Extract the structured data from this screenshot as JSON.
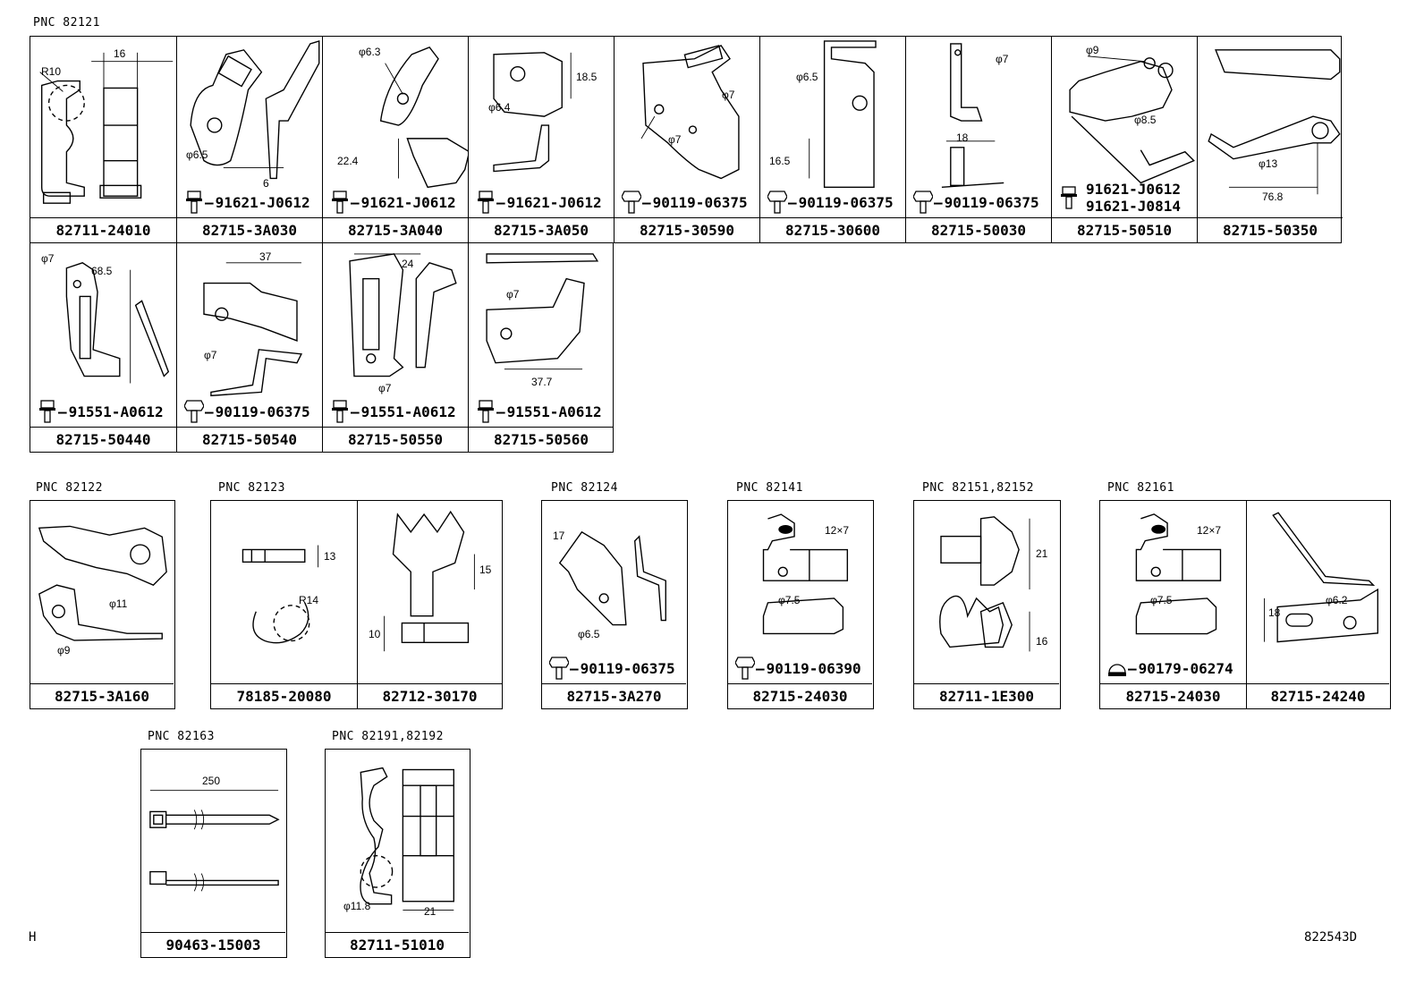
{
  "groups": {
    "g82121": {
      "label": "PNC 82121",
      "row1": [
        {
          "part": "82711-24010",
          "dims": [
            "R10",
            "16"
          ],
          "bolts": []
        },
        {
          "part": "82715-3A030",
          "dims": [
            "φ6.5",
            "6"
          ],
          "bolts": [
            "91621-J0612"
          ]
        },
        {
          "part": "82715-3A040",
          "dims": [
            "φ6.3",
            "22.4"
          ],
          "bolts": [
            "91621-J0612"
          ]
        },
        {
          "part": "82715-3A050",
          "dims": [
            "18.5",
            "φ6.4"
          ],
          "bolts": [
            "91621-J0612"
          ]
        },
        {
          "part": "82715-30590",
          "dims": [
            "φ7",
            "φ7"
          ],
          "bolts": [
            "90119-06375"
          ]
        },
        {
          "part": "82715-30600",
          "dims": [
            "φ6.5",
            "16.5"
          ],
          "bolts": [
            "90119-06375"
          ]
        },
        {
          "part": "82715-50030",
          "dims": [
            "φ7",
            "18"
          ],
          "bolts": [
            "90119-06375"
          ]
        },
        {
          "part": "82715-50510",
          "dims": [
            "φ9",
            "φ8.5"
          ],
          "bolts": [
            "91621-J0612",
            "91621-J0814"
          ]
        },
        {
          "part": "82715-50350",
          "dims": [
            "φ13",
            "76.8"
          ],
          "bolts": []
        }
      ],
      "row2": [
        {
          "part": "82715-50440",
          "dims": [
            "φ7",
            "68.5"
          ],
          "bolts": [
            "91551-A0612"
          ]
        },
        {
          "part": "82715-50540",
          "dims": [
            "37",
            "φ7"
          ],
          "bolts": [
            "90119-06375"
          ]
        },
        {
          "part": "82715-50550",
          "dims": [
            "24",
            "φ7"
          ],
          "bolts": [
            "91551-A0612"
          ]
        },
        {
          "part": "82715-50560",
          "dims": [
            "φ7",
            "37.7"
          ],
          "bolts": [
            "91551-A0612"
          ]
        }
      ]
    },
    "g82122": {
      "label": "PNC 82122",
      "cells": [
        {
          "part": "82715-3A160",
          "dims": [
            "φ11",
            "φ9"
          ],
          "bolts": []
        }
      ]
    },
    "g82123": {
      "label": "PNC 82123",
      "cells": [
        {
          "part": "78185-20080",
          "dims": [
            "13",
            "R14"
          ],
          "bolts": []
        },
        {
          "part": "82712-30170",
          "dims": [
            "15",
            "10"
          ],
          "bolts": []
        }
      ]
    },
    "g82124": {
      "label": "PNC 82124",
      "cells": [
        {
          "part": "82715-3A270",
          "dims": [
            "17",
            "φ6.5"
          ],
          "bolts": [
            "90119-06375"
          ]
        }
      ]
    },
    "g82141": {
      "label": "PNC 82141",
      "cells": [
        {
          "part": "82715-24030",
          "dims": [
            "12×7",
            "φ7.5"
          ],
          "bolts": [
            "90119-06390"
          ]
        }
      ]
    },
    "g82151": {
      "label": "PNC 82151,82152",
      "cells": [
        {
          "part": "82711-1E300",
          "dims": [
            "21",
            "16"
          ],
          "bolts": []
        }
      ]
    },
    "g82161": {
      "label": "PNC 82161",
      "cells": [
        {
          "part": "82715-24030",
          "dims": [
            "12×7",
            "φ7.5"
          ],
          "bolts": [
            "90179-06274"
          ]
        },
        {
          "part": "82715-24240",
          "dims": [
            "18",
            "φ6.2"
          ],
          "bolts": []
        }
      ]
    },
    "g82163": {
      "label": "PNC 82163",
      "cells": [
        {
          "part": "90463-15003",
          "dims": [
            "250"
          ],
          "bolts": []
        }
      ]
    },
    "g82191": {
      "label": "PNC 82191,82192",
      "cells": [
        {
          "part": "82711-51010",
          "dims": [
            "φ11.8",
            "21"
          ],
          "bolts": []
        }
      ]
    }
  },
  "corner_left": "H",
  "drawing_code": "822543D"
}
